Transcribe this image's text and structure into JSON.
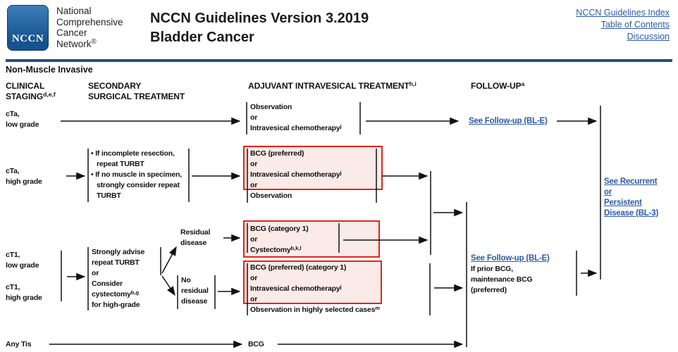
{
  "header": {
    "logo_text": "NCCN",
    "org_lines": [
      "National",
      "Comprehensive",
      "Cancer",
      "Network^{®}"
    ],
    "title_line1": "NCCN Guidelines Version 3.2019",
    "title_line2": "Bladder Cancer",
    "links": [
      "NCCN Guidelines Index",
      "Table of Contents",
      "Discussion"
    ]
  },
  "section_label": "Non-Muscle Invasive",
  "column_headers": {
    "clinical_staging": [
      "CLINICAL",
      "STAGING^{d,e,f}"
    ],
    "secondary_surgical": [
      "SECONDARY",
      "SURGICAL TREATMENT"
    ],
    "adjuvant": "ADJUVANT INTRAVESICAL TREATMENT^{h,i}",
    "followup": "FOLLOW-UP^{a}"
  },
  "flow": {
    "cta_low_label": [
      "cTa,",
      "low grade"
    ],
    "cta_low_treatment": [
      "Observation",
      "or",
      "Intravesical chemotherapy^{j}"
    ],
    "followup_link_row1": "See Follow-up (BL-E)",
    "cta_high_label": [
      "cTa,",
      "high grade"
    ],
    "cta_high_surgery": [
      "• If incomplete resection,",
      "repeat TURBT",
      "• If no muscle in specimen,",
      "strongly consider repeat",
      "TURBT"
    ],
    "cta_high_adjuvant": [
      "BCG (preferred)",
      "or",
      "Intravesical chemotherapy^{j}",
      "or",
      "Observation"
    ],
    "ct1_low_label": [
      "cT1,",
      "low grade"
    ],
    "ct1_high_label": [
      "cT1,",
      "high grade"
    ],
    "ct1_surgery": [
      "Strongly advise",
      "repeat TURBT",
      "or",
      "Consider",
      "cystectomy^{b,g}",
      "for high-grade"
    ],
    "residual_label": [
      "Residual",
      "disease"
    ],
    "no_residual_label": [
      "No",
      "residual",
      "disease"
    ],
    "residual_adjuvant": [
      "BCG (category 1)",
      "or",
      "Cystectomy^{b,k,l}"
    ],
    "no_residual_adjuvant": [
      "BCG (preferred) (category 1)",
      "or",
      "Intravesical chemotherapy^{j}",
      "or",
      "Observation in highly selected cases^{m}"
    ],
    "followup_block_link": "See Follow-up (BL-E)",
    "followup_block_lines": [
      "If prior BCG,",
      "maintenance BCG",
      "(preferred)"
    ],
    "recurrent_link": [
      "See Recurrent",
      "or",
      "Persistent",
      "Disease (BL-3)"
    ],
    "any_tis_label": "Any Tis",
    "any_tis_treatment": "BCG"
  },
  "colors": {
    "link_blue": "#2b59a8",
    "rule_navy": "#234e87",
    "red_border": "#e1251b",
    "red_fill": "#faeae8",
    "logo_top": "#3e7cba",
    "logo_bottom": "#15528f",
    "ink": "#111111"
  }
}
